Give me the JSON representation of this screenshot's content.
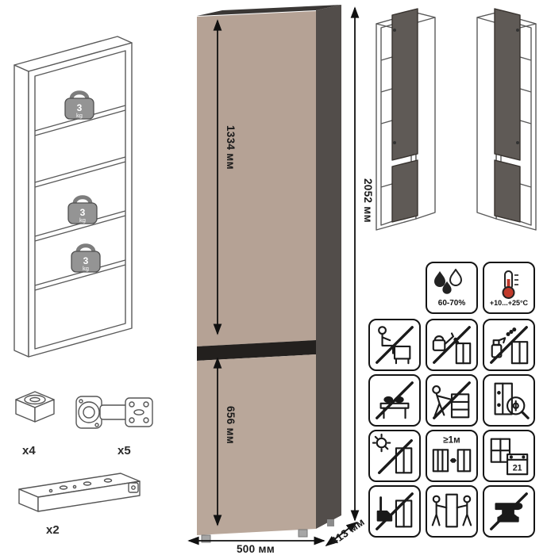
{
  "colors": {
    "cabinet_front_upper": "#b5a295",
    "cabinet_front_lower": "#b9a79a",
    "cabinet_side": "#524d4a",
    "cabinet_top": "#3a3735",
    "cabinet_divider": "#23201e",
    "door_panel": "#5f5a56",
    "outline": "#111111"
  },
  "dimensions": {
    "upper_door_height": "1334 мм",
    "lower_door_height": "656 мм",
    "total_height": "2052 мм",
    "width": "500 мм",
    "depth": "413 мм"
  },
  "shelf_load": {
    "value": "3",
    "unit": "kg"
  },
  "hardware": {
    "feet": "x4",
    "hinges": "x5",
    "plinths": "x2"
  },
  "climate": {
    "humidity": "60-70%",
    "temperature": "+10...+25°C"
  },
  "care": {
    "heater_distance": "≥1м",
    "acclimatization_days": "21"
  },
  "icons": [
    "humidity",
    "temperature",
    "no-sitting",
    "no-liquids",
    "no-solvents",
    "no-standing",
    "no-dragging",
    "door-adjustment",
    "no-direct-sunlight",
    "heater-distance",
    "acclimatization",
    "no-impact",
    "carry-upright",
    "no-heavy-objects"
  ]
}
